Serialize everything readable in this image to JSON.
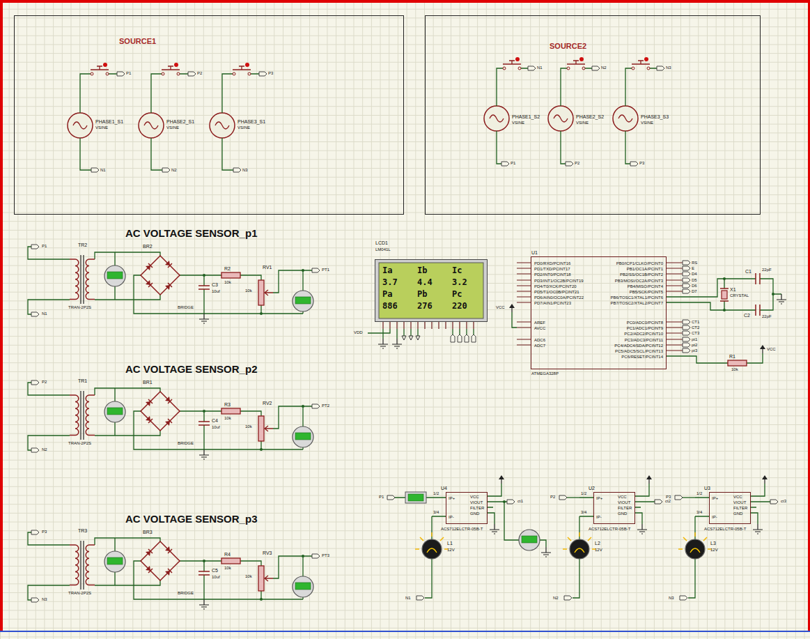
{
  "diagram": {
    "nodes": [
      {
        "text": [
          "SOURCE1"
        ]
      },
      {
        "text": [
          "SOURCE2"
        ]
      },
      {
        "text": [
          "LCD1",
          "LM041L",
          "Ia",
          "Ib",
          "Ic",
          "3.7",
          "4.4",
          "3.2",
          "Pa",
          "Pb",
          "Pc",
          "886",
          "276",
          "220"
        ]
      },
      {
        "text": [
          "U1",
          "ATMEGA328P",
          "PD0/RXD/PCINT16",
          "PD1/TXD/PCINT17",
          "PD2/INT0/PCINT18",
          "PD3/INT1/OC2B/PCINT19",
          "PD4/T0/XCK/PCINT20",
          "PD5/T1/OC0B/PCINT21",
          "PD6/AIN0/OC0A/PCINT22",
          "PD7/AIN1/PCINT23",
          "AREF",
          "AVCC",
          "ADC6",
          "ADC7",
          "PB0/ICP1/CLKO/PCINT0",
          "PB1/OC1A/PCINT1",
          "PB2/SS/OC1B/PCINT2",
          "PB3/MOSI/OC2A/PCINT3",
          "PB4/MISO/PCINT4",
          "PB5/SCK/PCINT5",
          "PB6/TOSC1/XTAL1/PCINT6",
          "PB7/TOSC2/XTAL2/PCINT7",
          "PC0/ADC0/PCINT8",
          "PC1/ADC1/PCINT9",
          "PC2/ADC2/PCINT10",
          "PC3/ADC3/PCINT11",
          "PC4/ADC4/SDA/PCINT12",
          "PC5/ADC5/SCL/PCINT13",
          "PC6/RESET/PCINT14"
        ]
      },
      {
        "text": [
          "U4",
          "IP+",
          "IP-",
          "VCC",
          "VIOUT",
          "FILTER",
          "GND",
          "ACS712ELCTR-05B-T"
        ]
      },
      {
        "text": [
          "U2",
          "IP+",
          "IP-",
          "VCC",
          "VIOUT",
          "FILTER",
          "GND",
          "ACS712ELCTR-05B-T"
        ]
      },
      {
        "text": [
          "U3",
          "IP+",
          "IP-",
          "VCC",
          "VIOUT",
          "FILTER",
          "GND",
          "ACS712ELCTR-05B-T"
        ]
      }
    ],
    "labels": [
      "PHASE1_S1",
      "VSINE",
      "PHASE2_S1",
      "VSINE",
      "PHASE3_S1",
      "VSINE",
      "P1",
      "P2",
      "P3",
      "N1",
      "N2",
      "N3",
      "PHASE1_S2",
      "VSINE",
      "PHASE2_S2",
      "VSINE",
      "PHASE3_S3",
      "VSINE",
      "N1",
      "N2",
      "N3",
      "P1",
      "P2",
      "P3",
      "AC VOLTAGE SENSOR_p1",
      "P1",
      "N1",
      "TR2",
      "TRAN-2P2S",
      "BR2",
      "BRIDGE",
      "C3",
      "10uf",
      "R2",
      "10k",
      "RV1",
      "10k",
      "PT1",
      "AC VOLTAGE SENSOR_p2",
      "P2",
      "N2",
      "TR1",
      "TRAN-2P2S",
      "BR1",
      "BRIDGE",
      "C4",
      "10uf",
      "R3",
      "10k",
      "RV2",
      "10k",
      "PT2",
      "AC VOLTAGE SENSOR_p3",
      "P3",
      "N3",
      "TR3",
      "TRAN-2P2S",
      "BR3",
      "BRIDGE",
      "C5",
      "10uf",
      "R4",
      "10k",
      "RV3",
      "10k",
      "PT3",
      "VDD",
      "RS",
      "E",
      "D4",
      "D5",
      "D6",
      "D7",
      "CT1",
      "CT2",
      "CT3",
      "pt1",
      "pt2",
      "pt3",
      "C1",
      "22pF",
      "C2",
      "22pF",
      "X1",
      "CRYSTAL",
      "R1",
      "10k",
      "VCC",
      "VCC",
      "P1",
      "1/2",
      "3/4",
      "L1",
      "12V",
      "N1",
      "ct1",
      "P2",
      "1/2",
      "3/4",
      "L2",
      "12V",
      "N2",
      "ct2",
      "P3",
      "1/2",
      "3/4",
      "L3",
      "12V",
      "N3",
      "ct3"
    ]
  }
}
